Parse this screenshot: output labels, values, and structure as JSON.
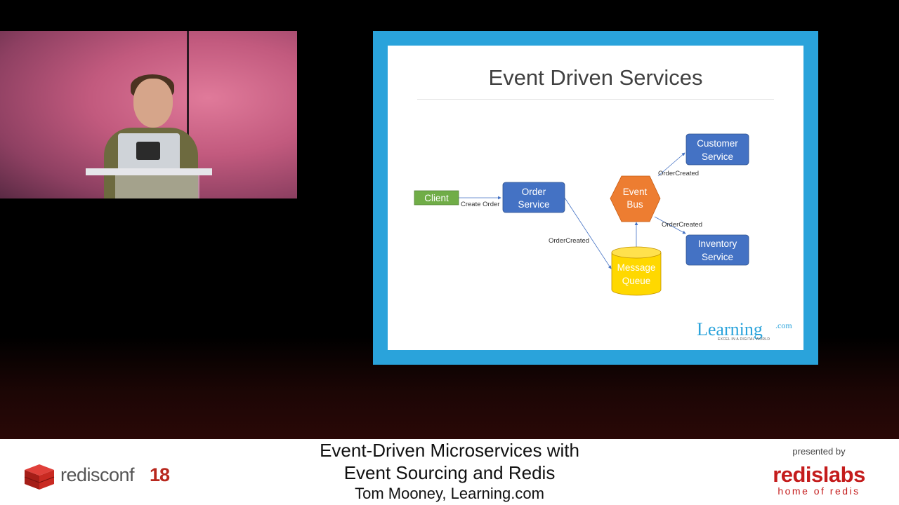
{
  "colors": {
    "slide_border": "#2aa3db",
    "service_blue": "#4472c4",
    "client_green": "#70ad47",
    "event_bus_orange": "#ed7d31",
    "queue_yellow": "#ffd800",
    "redis_red": "#c41c1c"
  },
  "slide": {
    "title": "Event Driven Services",
    "nodes": {
      "client": "Client",
      "order_service_line1": "Order",
      "order_service_line2": "Service",
      "event_bus_line1": "Event",
      "event_bus_line2": "Bus",
      "message_queue_line1": "Message",
      "message_queue_line2": "Queue",
      "customer_service_line1": "Customer",
      "customer_service_line2": "Service",
      "inventory_service_line1": "Inventory",
      "inventory_service_line2": "Service"
    },
    "edges": {
      "create_order": "Create Order",
      "order_created_to_queue": "OrderCreated",
      "order_created_to_customer": "OrderCreated",
      "order_created_to_inventory": "OrderCreated"
    },
    "logo": {
      "word": "Learning",
      "suffix": ".com",
      "tagline": "EXCEL IN A DIGITAL WORLD"
    }
  },
  "lower_third": {
    "title_line1": "Event-Driven Microservices with",
    "title_line2": "Event Sourcing and Redis",
    "speaker": "Tom Mooney, Learning.com",
    "conf_name": "redisconf",
    "conf_year": "18",
    "presented_by": "presented by",
    "sponsor": "redislabs",
    "sponsor_tagline": "home of redis"
  },
  "icons": {
    "conf_logo": "redis-cube-icon",
    "arrow": "arrow-right-icon"
  }
}
